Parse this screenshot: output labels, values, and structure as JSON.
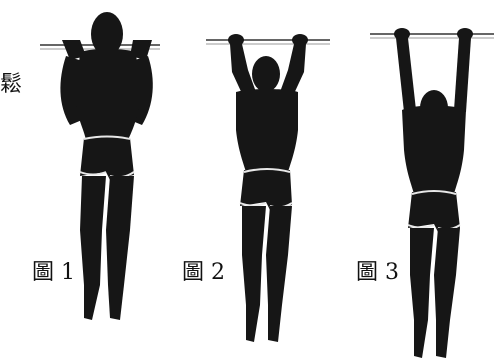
{
  "side_text": "鬆",
  "figures": [
    {
      "caption": "圖 1"
    },
    {
      "caption": "圖 2"
    },
    {
      "caption": "圖 3"
    }
  ],
  "colors": {
    "silhouette": "#161616",
    "bar": "#555555",
    "band": "#e8e8e8",
    "background": "#ffffff"
  }
}
